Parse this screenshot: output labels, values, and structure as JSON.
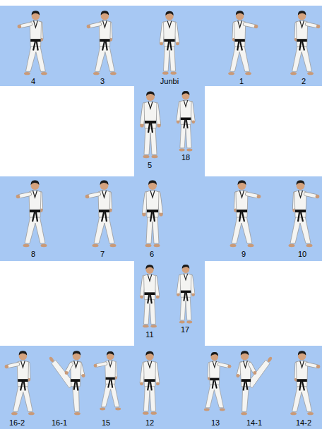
{
  "diagram": {
    "labels": [
      "4",
      "3",
      "Junbi",
      "1",
      "2",
      "5",
      "18",
      "8",
      "7",
      "6",
      "9",
      "10",
      "11",
      "17",
      "16-2",
      "16-1",
      "15",
      "12",
      "13",
      "14-1",
      "14-2"
    ]
  }
}
